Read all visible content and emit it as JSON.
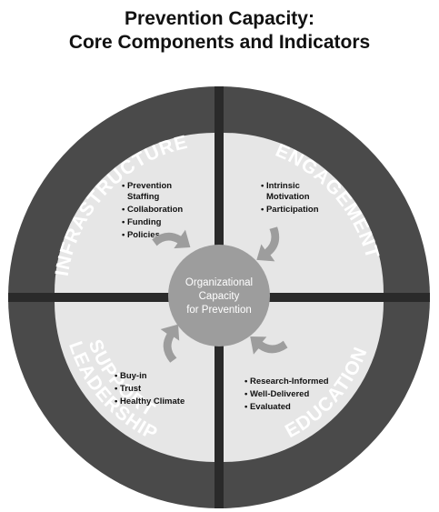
{
  "title": {
    "line1": "Prevention Capacity:",
    "line2": "Core Components and Indicators"
  },
  "center": {
    "line1": "Organizational",
    "line2": "Capacity",
    "line3": "for Prevention"
  },
  "quadrants": {
    "infrastructure": {
      "label": "INFRASTRUCTURE",
      "items": [
        "• Prevention",
        "Staffing",
        "• Collaboration",
        "• Funding",
        "• Policies"
      ]
    },
    "engagement": {
      "label": "ENGAGEMENT",
      "items": [
        "• Intrinsic",
        "Motivation",
        "• Participation"
      ]
    },
    "leadership": {
      "label_outer": "LEADERSHIP",
      "label_inner": "SUPPORT",
      "items": [
        "• Buy-in",
        "• Trust",
        "• Healthy Climate"
      ]
    },
    "education": {
      "label": "EDUCATION",
      "items": [
        "• Research-Informed",
        "• Well-Delivered",
        "• Evaluated"
      ]
    }
  },
  "colors": {
    "ring": "#4a4a4a",
    "quadrant_fill": "#e6e6e6",
    "divider": "#2a2a2a",
    "center_circle": "#9d9d9d",
    "arrow": "#9d9d9d"
  }
}
